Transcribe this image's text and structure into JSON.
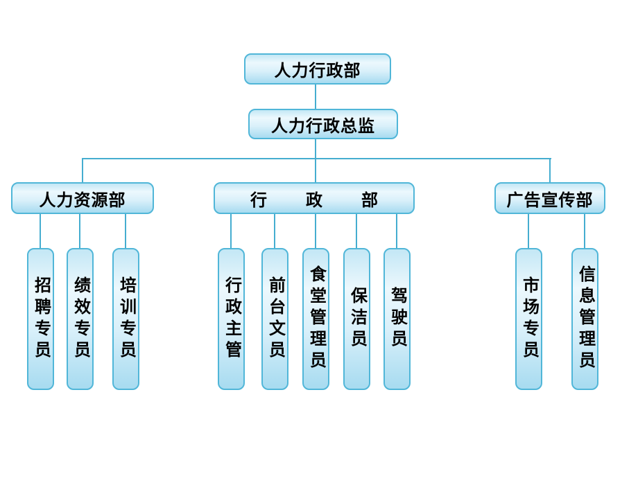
{
  "org_chart": {
    "root": {
      "label": "人力行政部"
    },
    "director": {
      "label": "人力行政总监"
    },
    "branches": [
      {
        "label": "人力资源部",
        "children": [
          {
            "label": "招聘专员"
          },
          {
            "label": "绩效专员"
          },
          {
            "label": "培训专员"
          }
        ]
      },
      {
        "label": "行政部",
        "children": [
          {
            "label": "行政主管"
          },
          {
            "label": "前台文员"
          },
          {
            "label": "食堂管理员"
          },
          {
            "label": "保洁员"
          },
          {
            "label": "驾驶员"
          }
        ]
      },
      {
        "label": "广告宣传部",
        "children": [
          {
            "label": "市场专员"
          },
          {
            "label": "信息管理员"
          }
        ]
      }
    ],
    "colors": {
      "box_border": "#50b6d8",
      "box_fill_top": "#c3e7f5",
      "box_fill_highlight": "#ecf8fd",
      "box_fill_bottom": "#a7dbf0",
      "connector": "#45add0",
      "text": "#000000",
      "background": "#ffffff"
    }
  }
}
